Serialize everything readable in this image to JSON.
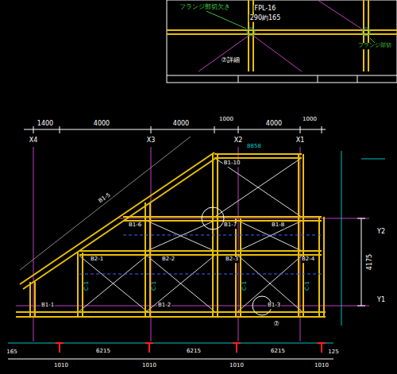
{
  "diagram": {
    "labels": [
      "フランジ部切欠き",
      "FPL-16",
      "290約165",
      "⑦詳細",
      "フランジ部切",
      "1400",
      "4000",
      "4000",
      "1000",
      "1000",
      "4000",
      "X4",
      "X3",
      "X2",
      "X1",
      "Y2",
      "Y1",
      "4175",
      "8858",
      "B1-10",
      "B1-5",
      "B1-6",
      "B1-7",
      "B1-8",
      "B2-1",
      "B2-2",
      "B2-3",
      "B2-4",
      "B1-1",
      "B1-2",
      "B1-3",
      "C-1",
      "C-1",
      "C-1",
      "C-1",
      "⑦",
      "165",
      "6215",
      "6215",
      "6215",
      "125",
      "1010",
      "1010",
      "1010",
      "1010"
    ]
  }
}
